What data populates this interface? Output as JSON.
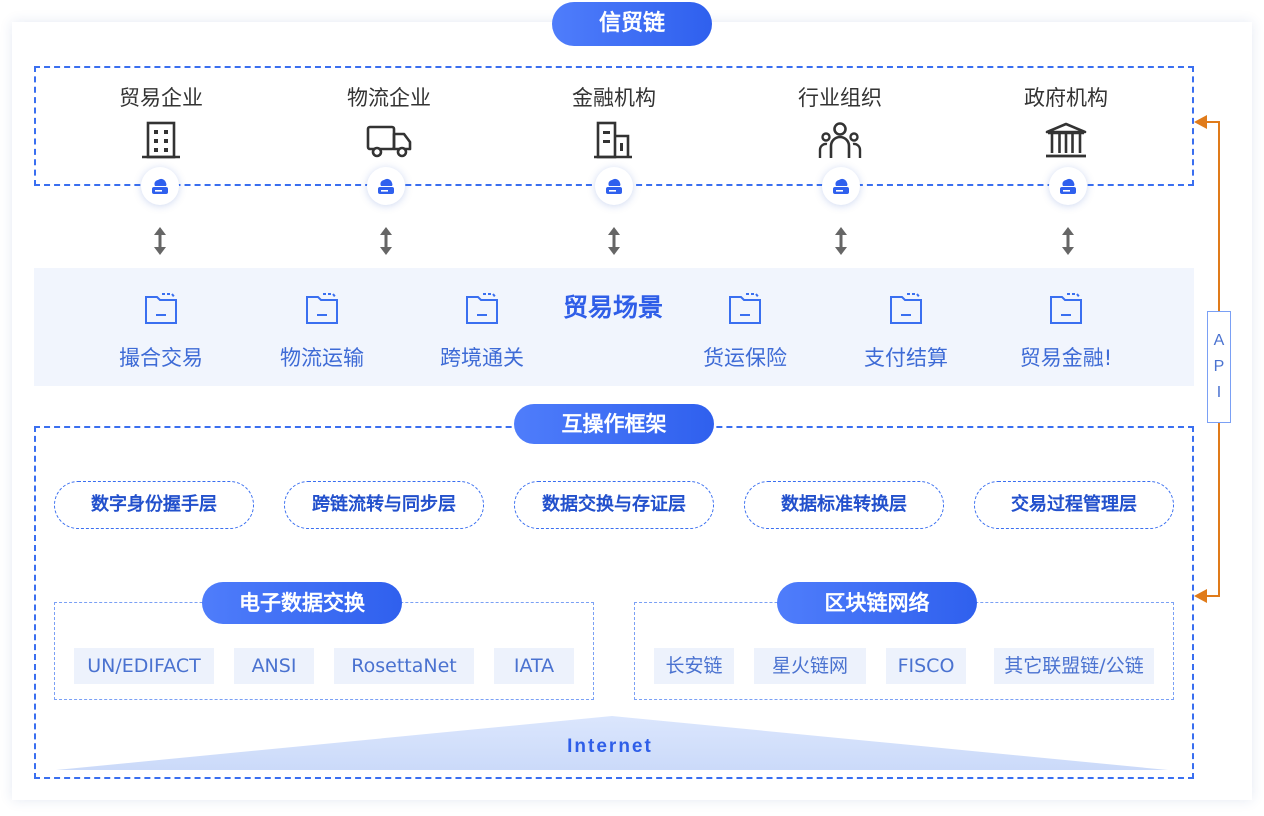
{
  "title": "信贸链",
  "participants": [
    {
      "label": "贸易企业",
      "icon": "building-icon"
    },
    {
      "label": "物流企业",
      "icon": "truck-icon"
    },
    {
      "label": "金融机构",
      "icon": "bank-office-icon"
    },
    {
      "label": "行业组织",
      "icon": "group-icon"
    },
    {
      "label": "政府机构",
      "icon": "government-icon"
    }
  ],
  "scenario": {
    "title": "贸易场景",
    "items": [
      "撮合交易",
      "物流运输",
      "跨境通关",
      "货运保险",
      "支付结算",
      "贸易金融!"
    ]
  },
  "framework": {
    "title": "互操作框架",
    "layers": [
      "数字身份握手层",
      "跨链流转与同步层",
      "数据交换与存证层",
      "数据标准转换层",
      "交易过程管理层"
    ]
  },
  "edi": {
    "title": "电子数据交换",
    "items": [
      "UN/EDIFACT",
      "ANSI",
      "RosettaNet",
      "IATA"
    ]
  },
  "blockchain": {
    "title": "区块链网络",
    "items": [
      "长安链",
      "星火链网",
      "FISCO",
      "其它联盟链/公链"
    ]
  },
  "internet": "Internet",
  "api": [
    "A",
    "P",
    "I"
  ],
  "colors": {
    "primary": "#2f60ee",
    "accent": "#e07b1a",
    "band": "#f1f5fd"
  }
}
